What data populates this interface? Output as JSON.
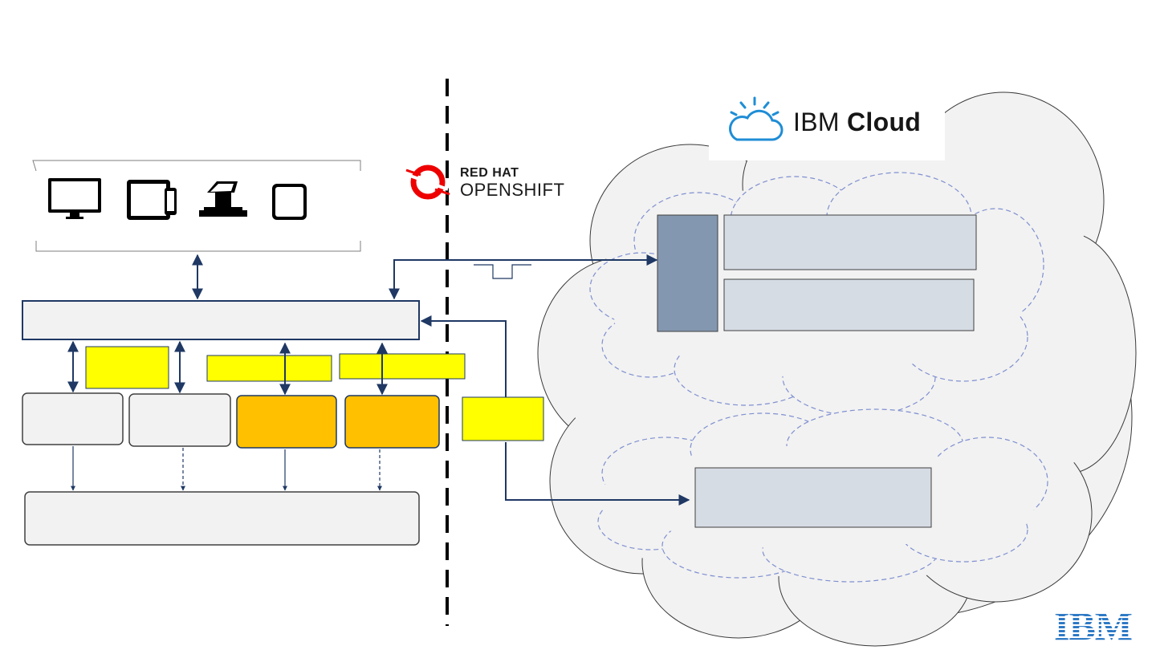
{
  "brand": {
    "ibm_cloud_prefix": "IBM",
    "ibm_cloud_suffix": "Cloud",
    "redhat_line1": "RED HAT",
    "redhat_line2": "OPENSHIFT",
    "ibm_logo_alt": "IBM"
  },
  "icons": {
    "devices": [
      "desktop-monitor-icon",
      "tablet-phone-icon",
      "kiosk-icon",
      "tablet-icon"
    ],
    "cloud_icon": "cloud-icon",
    "openshift_logo": "openshift-logo-icon",
    "ibm_logo": "ibm-logo-icon"
  },
  "colors": {
    "light_box": "#f2f2f2",
    "box_border": "#1f3864",
    "orange_box": "#ffc000",
    "yellow_label": "#ffff00",
    "cloud_fill": "#f2f2f2",
    "inner_cloud_stroke": "#7f8fd0",
    "cloud_service_box": "#d6dce4",
    "cloud_service_bar": "#8497b0",
    "arrow": "#1f3864",
    "divider": "#000000",
    "ibm_blue": "#1f70c1"
  }
}
